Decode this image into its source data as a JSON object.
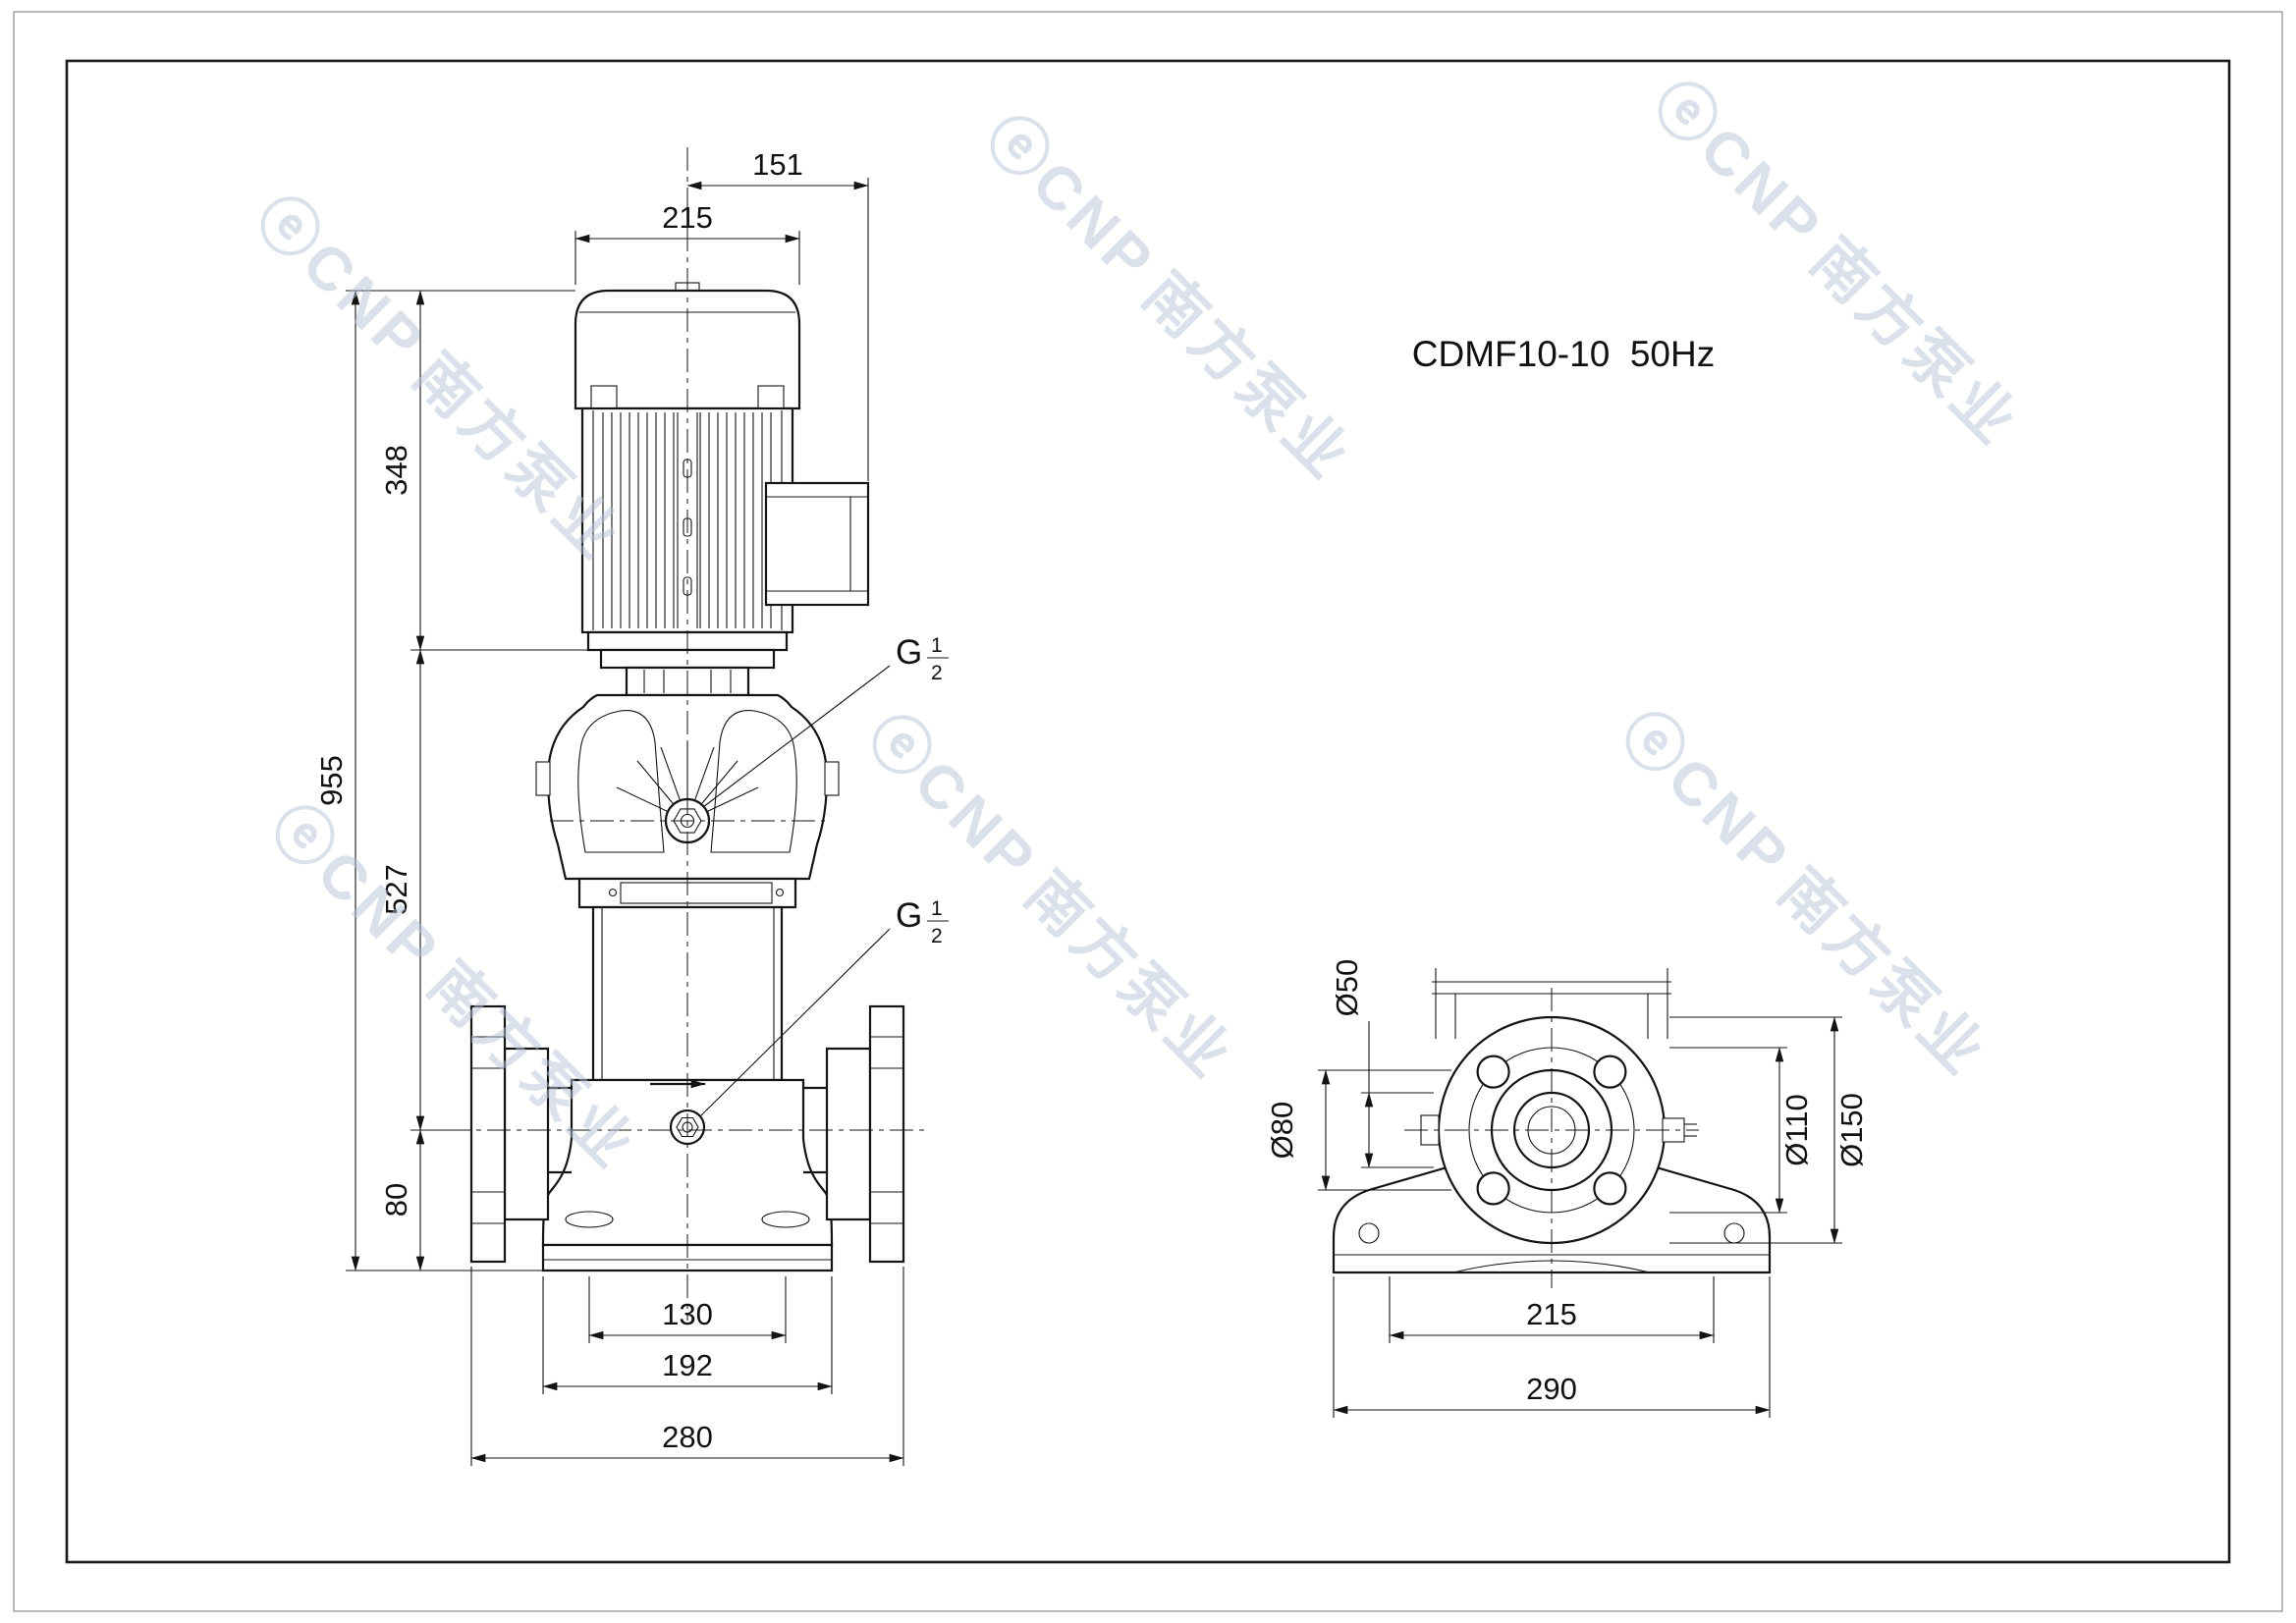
{
  "title": "CDMF10-10  50Hz",
  "watermark": {
    "brand": "ⓔCNP",
    "cn": "南方泵业"
  },
  "front_view": {
    "dims": {
      "offset_151": "151",
      "motor_215": "215",
      "motor_348": "348",
      "total_955": "955",
      "mid_527": "527",
      "port_80": "80",
      "slots_130": "130",
      "base_192": "192",
      "flange_280": "280"
    },
    "port1": {
      "g": "G",
      "num": "1",
      "den": "2"
    },
    "port2": {
      "g": "G",
      "num": "1",
      "den": "2"
    }
  },
  "top_view": {
    "dims": {
      "d50": "Ø50",
      "d80": "Ø80",
      "d110": "Ø110",
      "d150": "Ø150",
      "holes_215": "215",
      "base_290": "290"
    }
  }
}
